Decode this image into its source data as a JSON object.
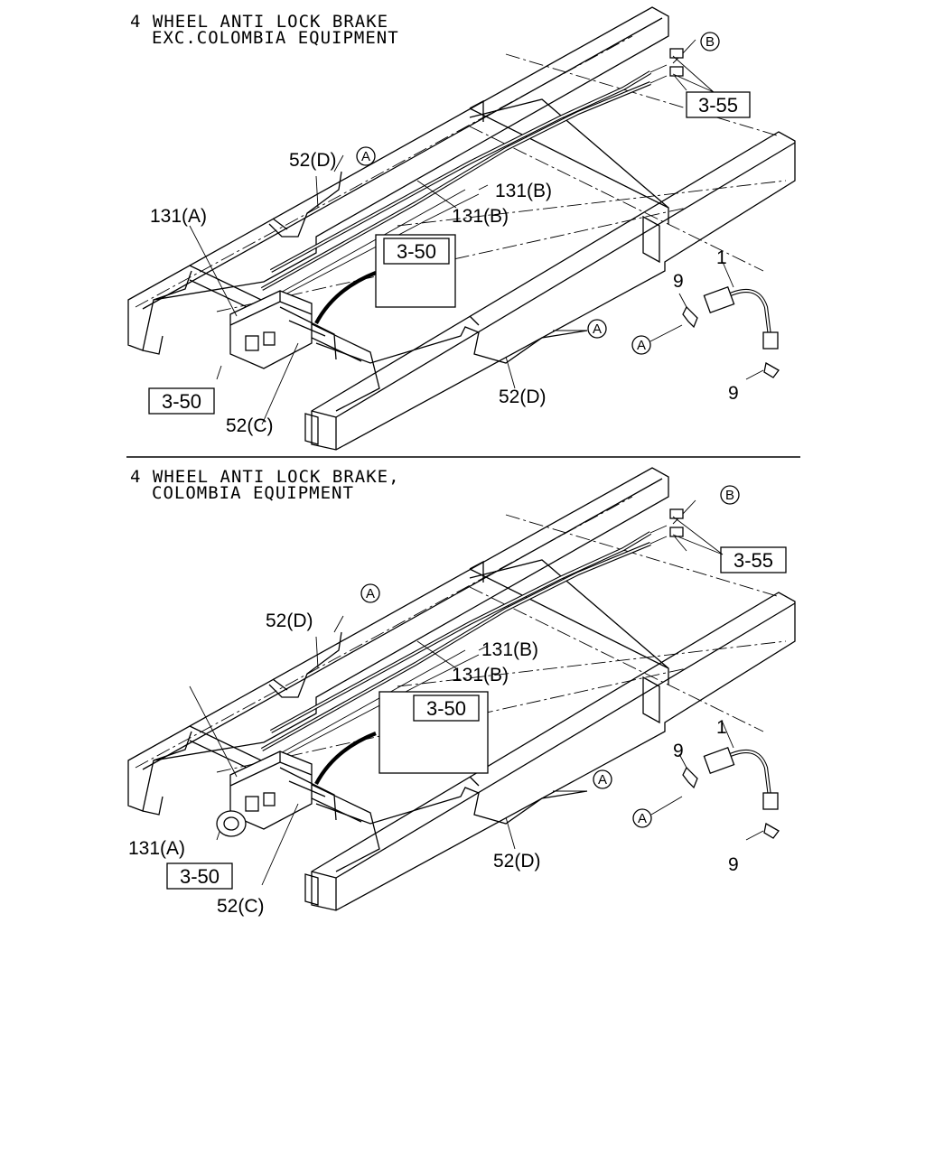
{
  "divider": true,
  "panels": [
    {
      "id": "exc-colombia",
      "title_line1": "4 WHEEL ANTI LOCK BRAKE",
      "title_line2": "EXC.COLOMBIA EQUIPMENT",
      "labels": {
        "pipe_d_upper": "52(D)",
        "pipe_d_lower": "52(D)",
        "pipe_c": "52(C)",
        "pipe_a": "131(A)",
        "pipe_b1": "131(B)",
        "pipe_b2": "131(B)",
        "hose": "1",
        "clip_upper": "9",
        "clip_lower": "9"
      },
      "refs": {
        "ref_355": "3-55",
        "ref_350_inset": "3-50",
        "ref_350_unit": "3-50"
      },
      "callouts": {
        "a_upper": "A",
        "a_right": "A",
        "a_hose": "A",
        "b": "B"
      }
    },
    {
      "id": "colombia",
      "title_line1": "4 WHEEL ANTI LOCK BRAKE,",
      "title_line2": "COLOMBIA EQUIPMENT",
      "labels": {
        "pipe_d_upper": "52(D)",
        "pipe_d_lower": "52(D)",
        "pipe_c": "52(C)",
        "pipe_a": "131(A)",
        "pipe_b1": "131(B)",
        "pipe_b2": "131(B)",
        "hose": "1",
        "clip_upper": "9",
        "clip_lower": "9"
      },
      "refs": {
        "ref_355": "3-55",
        "ref_350_inset": "3-50",
        "ref_350_unit": "3-50"
      },
      "callouts": {
        "a_upper": "A",
        "a_right": "A",
        "a_hose": "A",
        "b": "B"
      }
    }
  ]
}
